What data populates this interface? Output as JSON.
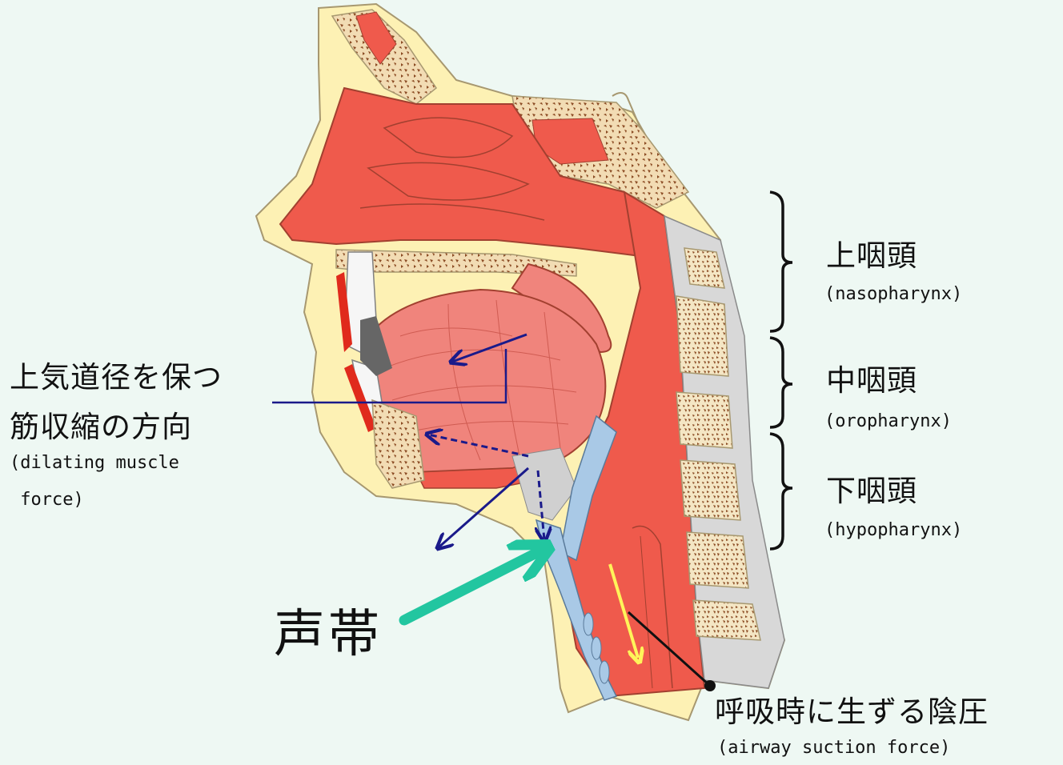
{
  "labels": {
    "nasopharynx": {
      "jp": "上咽頭",
      "en": "(nasopharynx)"
    },
    "oropharynx": {
      "jp": "中咽頭",
      "en": "(oropharynx)"
    },
    "hypopharynx": {
      "jp": "下咽頭",
      "en": "(hypopharynx)"
    },
    "dilating": {
      "jp_line1": "上気道径を保つ",
      "jp_line2": "筋収縮の方向",
      "en_line1": "(dilating muscle",
      "en_line2": " force)"
    },
    "vocal_cords": {
      "jp": "声帯"
    },
    "suction": {
      "jp": "呼吸時に生ずる陰圧",
      "en": "(airway suction force)"
    }
  },
  "colors": {
    "background": "#eef8f3",
    "muscle": "#ef5a4c",
    "tongue": "#f0847c",
    "bone_fill": "#f2dcb4",
    "bone_dots": "#8a4a22",
    "skin": "#fdf1b4",
    "cartilage": "#a9c9e6",
    "gray_tissue": "#d0d0d0",
    "arrow_dark": "#1a1a8a",
    "arrow_teal": "#22c6a0",
    "arrow_yellow": "#fff45a"
  }
}
